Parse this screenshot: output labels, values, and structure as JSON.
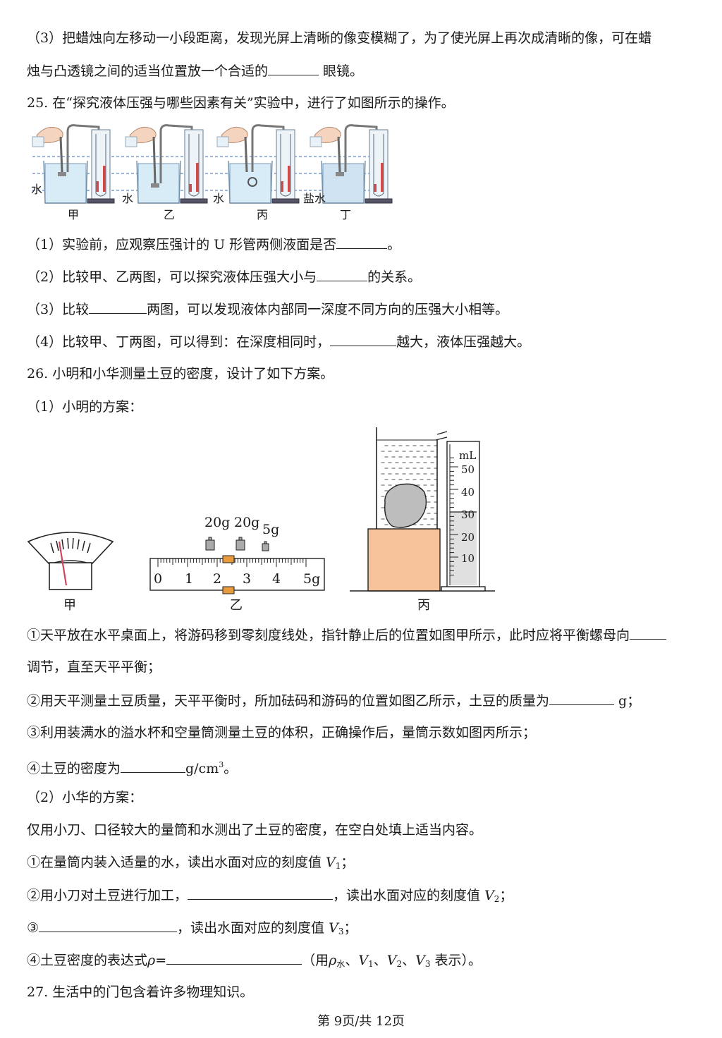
{
  "q24": {
    "part3_a": "（3）把蜡烛向左移动一小段距离，发现光屏上清晰的像变模糊了，为了使光屏上再次成清晰的像，可在蜡",
    "part3_b_pre": "烛与凸透镜之间的适当位置放一个合适的",
    "part3_b_post": " 眼镜。"
  },
  "q25": {
    "title": "25. 在“探究液体压强与哪些因素有关”实验中，进行了如图所示的操作。",
    "labels": {
      "liquid_jia": "水",
      "liquid_yi": "水",
      "liquid_bing": "水",
      "liquid_ding": "盐水",
      "fig_jia": "甲",
      "fig_yi": "乙",
      "fig_bing": "丙",
      "fig_ding": "丁"
    },
    "p1_pre": "（1）实验前，应观察压强计的 U 形管两侧液面是否",
    "p1_post": "。",
    "p2_pre": "（2）比较甲、乙两图，可以探究液体压强大小与",
    "p2_post": "的关系。",
    "p3_pre": "（3）比较",
    "p3_post": "两图，可以发现液体内部同一深度不同方向的压强大小相等。",
    "p4_pre": "（4）比较甲、丁两图，可以得到：在深度相同时，",
    "p4_post": "越大，液体压强越大。"
  },
  "q26": {
    "title": "26. 小明和小华测量土豆的密度，设计了如下方案。",
    "sub1": "（1）小明的方案：",
    "fig_jia": "甲",
    "fig_yi": "乙",
    "fig_bing": "丙",
    "weights": [
      "20g",
      "20g",
      "5g"
    ],
    "ruler_ticks": [
      "0",
      "1",
      "2",
      "3",
      "4",
      "5g"
    ],
    "cylinder_unit": "mL",
    "cylinder_ticks": [
      "50",
      "40",
      "30",
      "20",
      "10"
    ],
    "s1_pre": "①天平放在水平桌面上，将游码移到零刻度线处，指针静止后的位置如图甲所示，此时应将平衡螺母向",
    "s1_b": "调节，直至天平平衡；",
    "s2_pre": "②用天平测量土豆质量，天平平衡时，所加砝码和游码的位置如图乙所示，土豆的质量为",
    "s2_post": " g；",
    "s3": "③利用装满水的溢水杯和空量筒测量土豆的体积，正确操作后，量筒示数如图丙所示；",
    "s4_pre": "④土豆的密度为",
    "s4_unit": "g/cm",
    "s4_exp": "3",
    "s4_post": "。",
    "sub2": "（2）小华的方案：",
    "h0": "仅用小刀、口径较大的量筒和水测出了土豆的密度，在空白处填上适当内容。",
    "h1_pre": "①在量筒内装入适量的水，读出水面对应的刻度值 ",
    "h1_var": "V",
    "h1_sub": "1",
    "h1_post": "；",
    "h2_pre": "②用小刀对土豆进行加工，",
    "h2_mid": "，读出水面对应的刻度值 ",
    "h2_var": "V",
    "h2_sub": "2",
    "h2_post": "；",
    "h3_pre": "③",
    "h3_mid": "，读出水面对应的刻度值 ",
    "h3_var": "V",
    "h3_sub": "3",
    "h3_post": "；",
    "h4_pre": "④土豆密度的表达式",
    "h4_rho": "ρ",
    "h4_eq": "=",
    "h4_a": "（用",
    "h4_rho2": "ρ",
    "h4_water": "水",
    "h4_b": "、",
    "h4_v1": "V",
    "h4_s1": "1",
    "h4_c": "、",
    "h4_v2": "V",
    "h4_s2": "2",
    "h4_d": "、",
    "h4_v3": "V",
    "h4_s3": "3",
    "h4_e": " 表示）。"
  },
  "q27": {
    "title": "27. 生活中的门包含着许多物理知识。"
  },
  "footer": "第 9页/共 12页"
}
